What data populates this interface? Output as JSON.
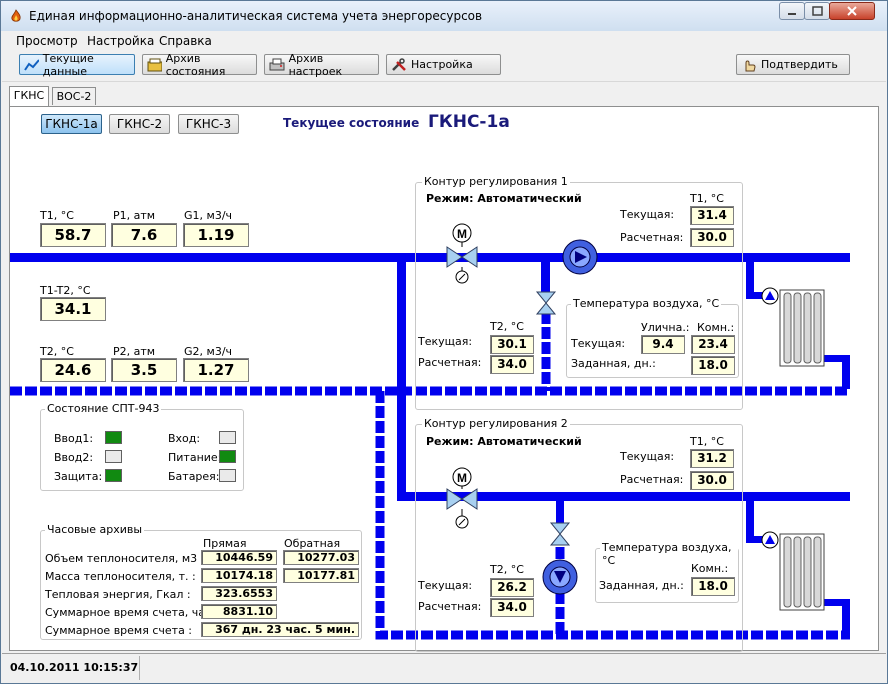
{
  "window": {
    "title": "Единая информационно-аналитическая система учета энергоресурсов"
  },
  "menu": [
    "Просмотр",
    "Настройка",
    "Справка"
  ],
  "toolbar": {
    "current": "Текущие данные",
    "state_archive": "Архив состояния",
    "settings_archive": "Архив настроек",
    "settings": "Настройка",
    "confirm": "Подтвердить"
  },
  "tabs": [
    "ГКНС",
    "ВОС-2"
  ],
  "stations": [
    "ГКНС-1а",
    "ГКНС-2",
    "ГКНС-3"
  ],
  "header": {
    "label": "Текущее состояние",
    "name": "ГКНС-1а"
  },
  "supply": {
    "t1_label": "T1, °C",
    "t1": "58.7",
    "p1_label": "P1, атм",
    "p1": "7.6",
    "g1_label": "G1, м3/ч",
    "g1": "1.19",
    "dt_label": "T1-T2, °C",
    "dt": "34.1",
    "t2_label": "T2, °C",
    "t2": "24.6",
    "p2_label": "P2, атм",
    "p2": "3.5",
    "g2_label": "G2, м3/ч",
    "g2": "1.27"
  },
  "spt": {
    "title": "Состояние СПТ-943",
    "items": [
      {
        "label": "Ввод1:",
        "color": "#118a11"
      },
      {
        "label": "Ввод2:",
        "color": "#eaeaea"
      },
      {
        "label": "Защита:",
        "color": "#118a11"
      },
      {
        "label": "Вход:",
        "color": "#eaeaea"
      },
      {
        "label": "Питание:",
        "color": "#118a11"
      },
      {
        "label": "Батарея:",
        "color": "#eaeaea"
      }
    ]
  },
  "archive": {
    "title": "Часовые архивы",
    "col_direct": "Прямая",
    "col_return": "Обратная",
    "rows": [
      {
        "label": "Объем теплоносителя, м3 :",
        "direct": "10446.59",
        "return": "10277.03"
      },
      {
        "label": "Масса теплоносителя, т. :",
        "direct": "10174.18",
        "return": "10177.81"
      },
      {
        "label": "Тепловая энергия, Гкал :",
        "direct": "323.6553",
        "return": ""
      },
      {
        "label": "Суммарное время счета, час :",
        "direct": "8831.10",
        "return": ""
      }
    ],
    "total_label": "Суммарное время счета :",
    "total_value": "367 дн. 23 час. 5 мин."
  },
  "circuit1": {
    "title": "Контур регулирования 1",
    "mode": "Режим: Автоматический",
    "t1_label": "T1, °C",
    "cur_label": "Текущая:",
    "cur": "31.4",
    "calc_label": "Расчетная:",
    "calc": "30.0",
    "t2_label": "T2, °C",
    "t2_cur": "30.1",
    "t2_calc": "34.0",
    "air_title": "Температура воздуха, °C",
    "street_label": "Улична.:",
    "room_label": "Комн.:",
    "air_cur_label": "Текущая:",
    "street": "9.4",
    "room": "23.4",
    "set_label": "Заданная, дн.:",
    "set": "18.0"
  },
  "circuit2": {
    "title": "Контур регулирования 2",
    "mode": "Режим: Автоматический",
    "t1_label": "T1, °C",
    "cur_label": "Текущая:",
    "cur": "31.2",
    "calc_label": "Расчетная:",
    "calc": "30.0",
    "t2_label": "T2, °C",
    "t2_cur": "26.2",
    "t2_calc": "34.0",
    "air_title": "Температура воздуха, °C",
    "room_label": "Комн.:",
    "set_label": "Заданная, дн.:",
    "set": "18.0"
  },
  "valve_label": "M",
  "status": {
    "datetime": "04.10.2011 10:15:37"
  },
  "colors": {
    "pipe": "#0000ee",
    "accent": "#1a1a7a",
    "led_on": "#118a11"
  }
}
